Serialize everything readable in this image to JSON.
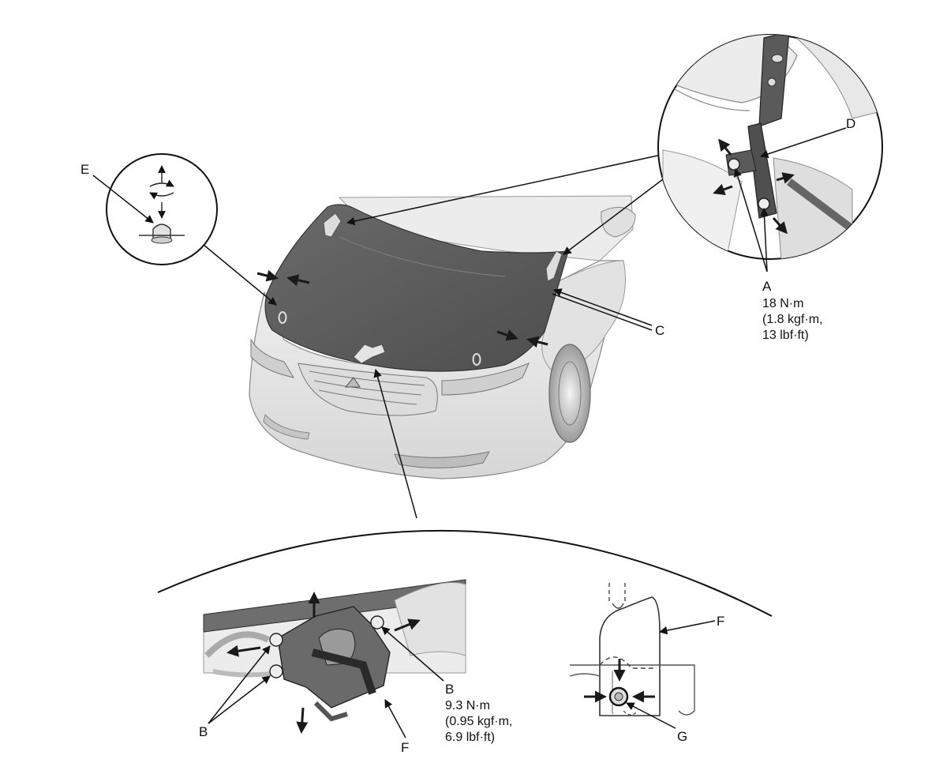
{
  "labels": {
    "a": "A",
    "b": "B",
    "c": "C",
    "d": "D",
    "e": "E",
    "f": "F",
    "g": "G"
  },
  "torque_a": {
    "line1": "18 N·m",
    "line2": "(1.8 kgf·m,",
    "line3": "13 lbf·ft)"
  },
  "torque_b": {
    "line1": "9.3 N·m",
    "line2": "(0.95 kgf·m,",
    "line3": "6.9 lbf·ft)"
  },
  "colors": {
    "hood": "#5c5c5c",
    "body": "#e6e6e6",
    "line": "#111111",
    "arrow": "#1a1a1a"
  }
}
